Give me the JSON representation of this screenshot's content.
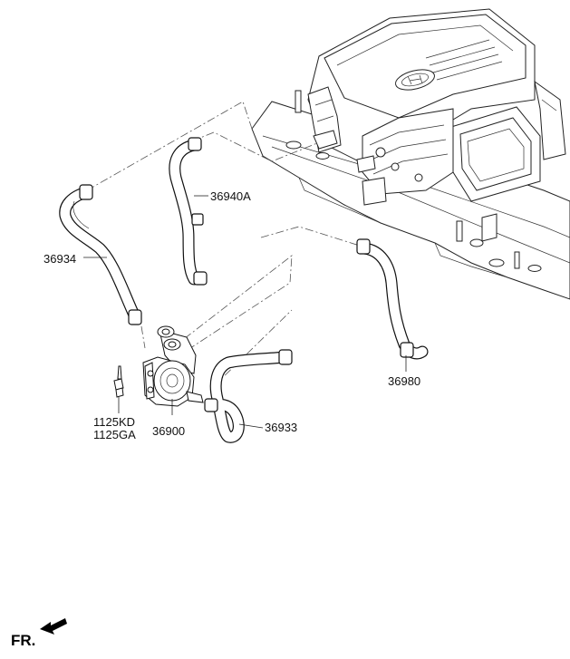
{
  "callouts": {
    "hose_36934": "36934",
    "hose_36940a": "36940A",
    "hose_36980": "36980",
    "hose_36933": "36933",
    "pump_36900": "36900",
    "bolt_1125kd": "1125KD",
    "bolt_1125ga": "1125GA"
  },
  "orientation": {
    "label": "FR.",
    "icon": "front-arrow-icon"
  }
}
